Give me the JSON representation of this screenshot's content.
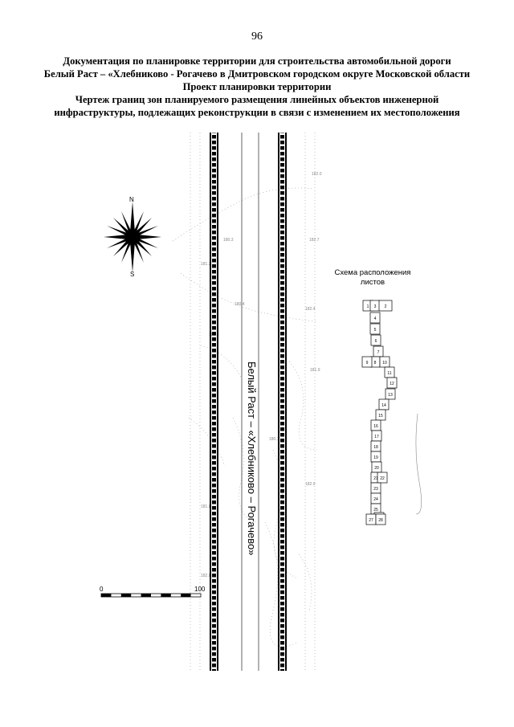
{
  "page_number": "96",
  "header": {
    "line1": "Документация по планировке территории для строительства автомобильной дороги",
    "line2": "Белый Раст – «Хлебниково - Рогачево в Дмитровском городском округе Московской области",
    "line3": "Проект планировки территории",
    "line4": "Чертеж границ зон планируемого размещения линейных объектов инженерной",
    "line5": "инфраструктуры, подлежащих реконструкции в связи с изменением их местоположения"
  },
  "drawing": {
    "road_label": "Белый Раст – «Хлебниково – Рогачево»",
    "compass": {
      "north": "N",
      "south": "S"
    },
    "scale_bar": {
      "start": "0",
      "end": "100"
    },
    "schema": {
      "title_line1": "Схема расположения",
      "title_line2": "листов",
      "sheets": [
        "1",
        "3",
        "2",
        "4",
        "5",
        "6",
        "7",
        "8",
        "9",
        "10",
        "11",
        "12",
        "13",
        "14",
        "15",
        "16",
        "17",
        "18",
        "19",
        "20",
        "21",
        "22",
        "23",
        "24",
        "25",
        "26",
        "27",
        "28"
      ]
    }
  }
}
